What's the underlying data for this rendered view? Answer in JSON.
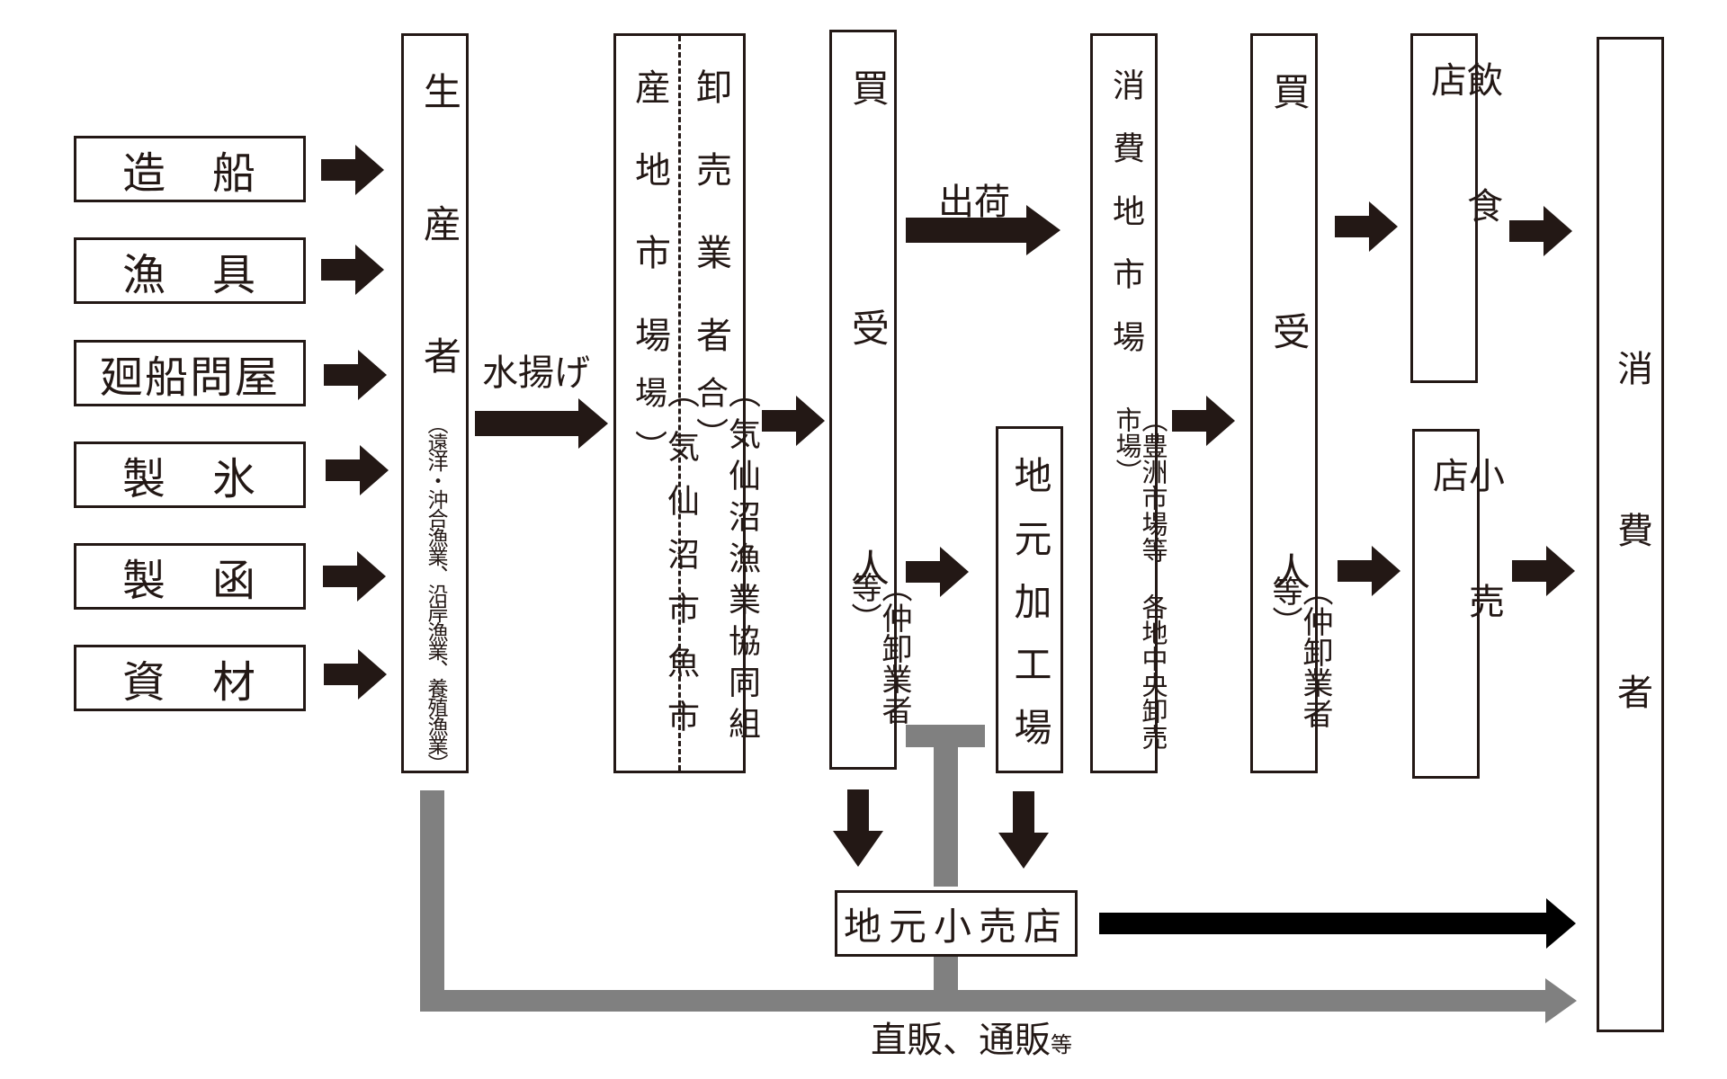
{
  "suppliers": [
    {
      "id": "shipbuilding",
      "chars": [
        "造",
        "船"
      ]
    },
    {
      "id": "fishing-gear",
      "chars": [
        "漁",
        "具"
      ]
    },
    {
      "id": "wholesaler",
      "text": "廻船問屋"
    },
    {
      "id": "ice",
      "chars": [
        "製",
        "氷"
      ]
    },
    {
      "id": "boxes",
      "chars": [
        "製",
        "函"
      ]
    },
    {
      "id": "materials",
      "chars": [
        "資",
        "材"
      ]
    }
  ],
  "producer": {
    "title": "生 産 者",
    "note": "（遠洋・沖合漁業、沿岸漁業、養殖漁業）"
  },
  "landing_label": "水揚げ",
  "market": {
    "left_title": "産地市場",
    "left_note": "（気仙沼市魚市場）",
    "right_title": "卸売業者",
    "right_note": "（気仙沼漁業協同組合）"
  },
  "buyer1": {
    "title": "買 受 人",
    "note": "（仲卸業者等）"
  },
  "shipping_label": "出荷",
  "consumer_market": {
    "title": "消費地市場",
    "note": "（豊洲市場等 各地中央卸売市場）"
  },
  "local_processing": {
    "title": "地元加工場"
  },
  "buyer2": {
    "title": "買 受 人",
    "note": "（仲卸業者等）"
  },
  "restaurant": {
    "title": "飲食店"
  },
  "retail": {
    "title": "小売店"
  },
  "consumer": {
    "title": "消費者"
  },
  "local_retail": {
    "title": "地元小売店"
  },
  "direct_sales": {
    "main": "直販、通販",
    "suffix": "等"
  },
  "colors": {
    "dark": "#231815",
    "gray": "#808080",
    "black": "#000000"
  }
}
